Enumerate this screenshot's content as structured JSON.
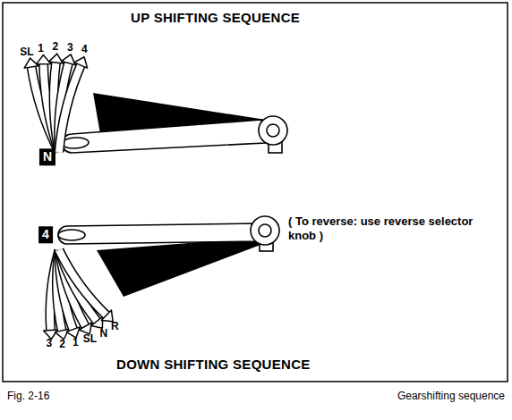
{
  "diagram": {
    "caption": "Gearshifting sequence",
    "labels": [
      "UP SHIFTING SEQUENCE",
      "SL",
      "1",
      "2",
      "3",
      "4",
      "N",
      "4",
      "3",
      "2",
      "1",
      "SL",
      "N",
      "R",
      "( To reverse: use reverse selector knob )",
      "DOWN SHIFTING SEQUENCE",
      "Fig. 2-16"
    ]
  }
}
